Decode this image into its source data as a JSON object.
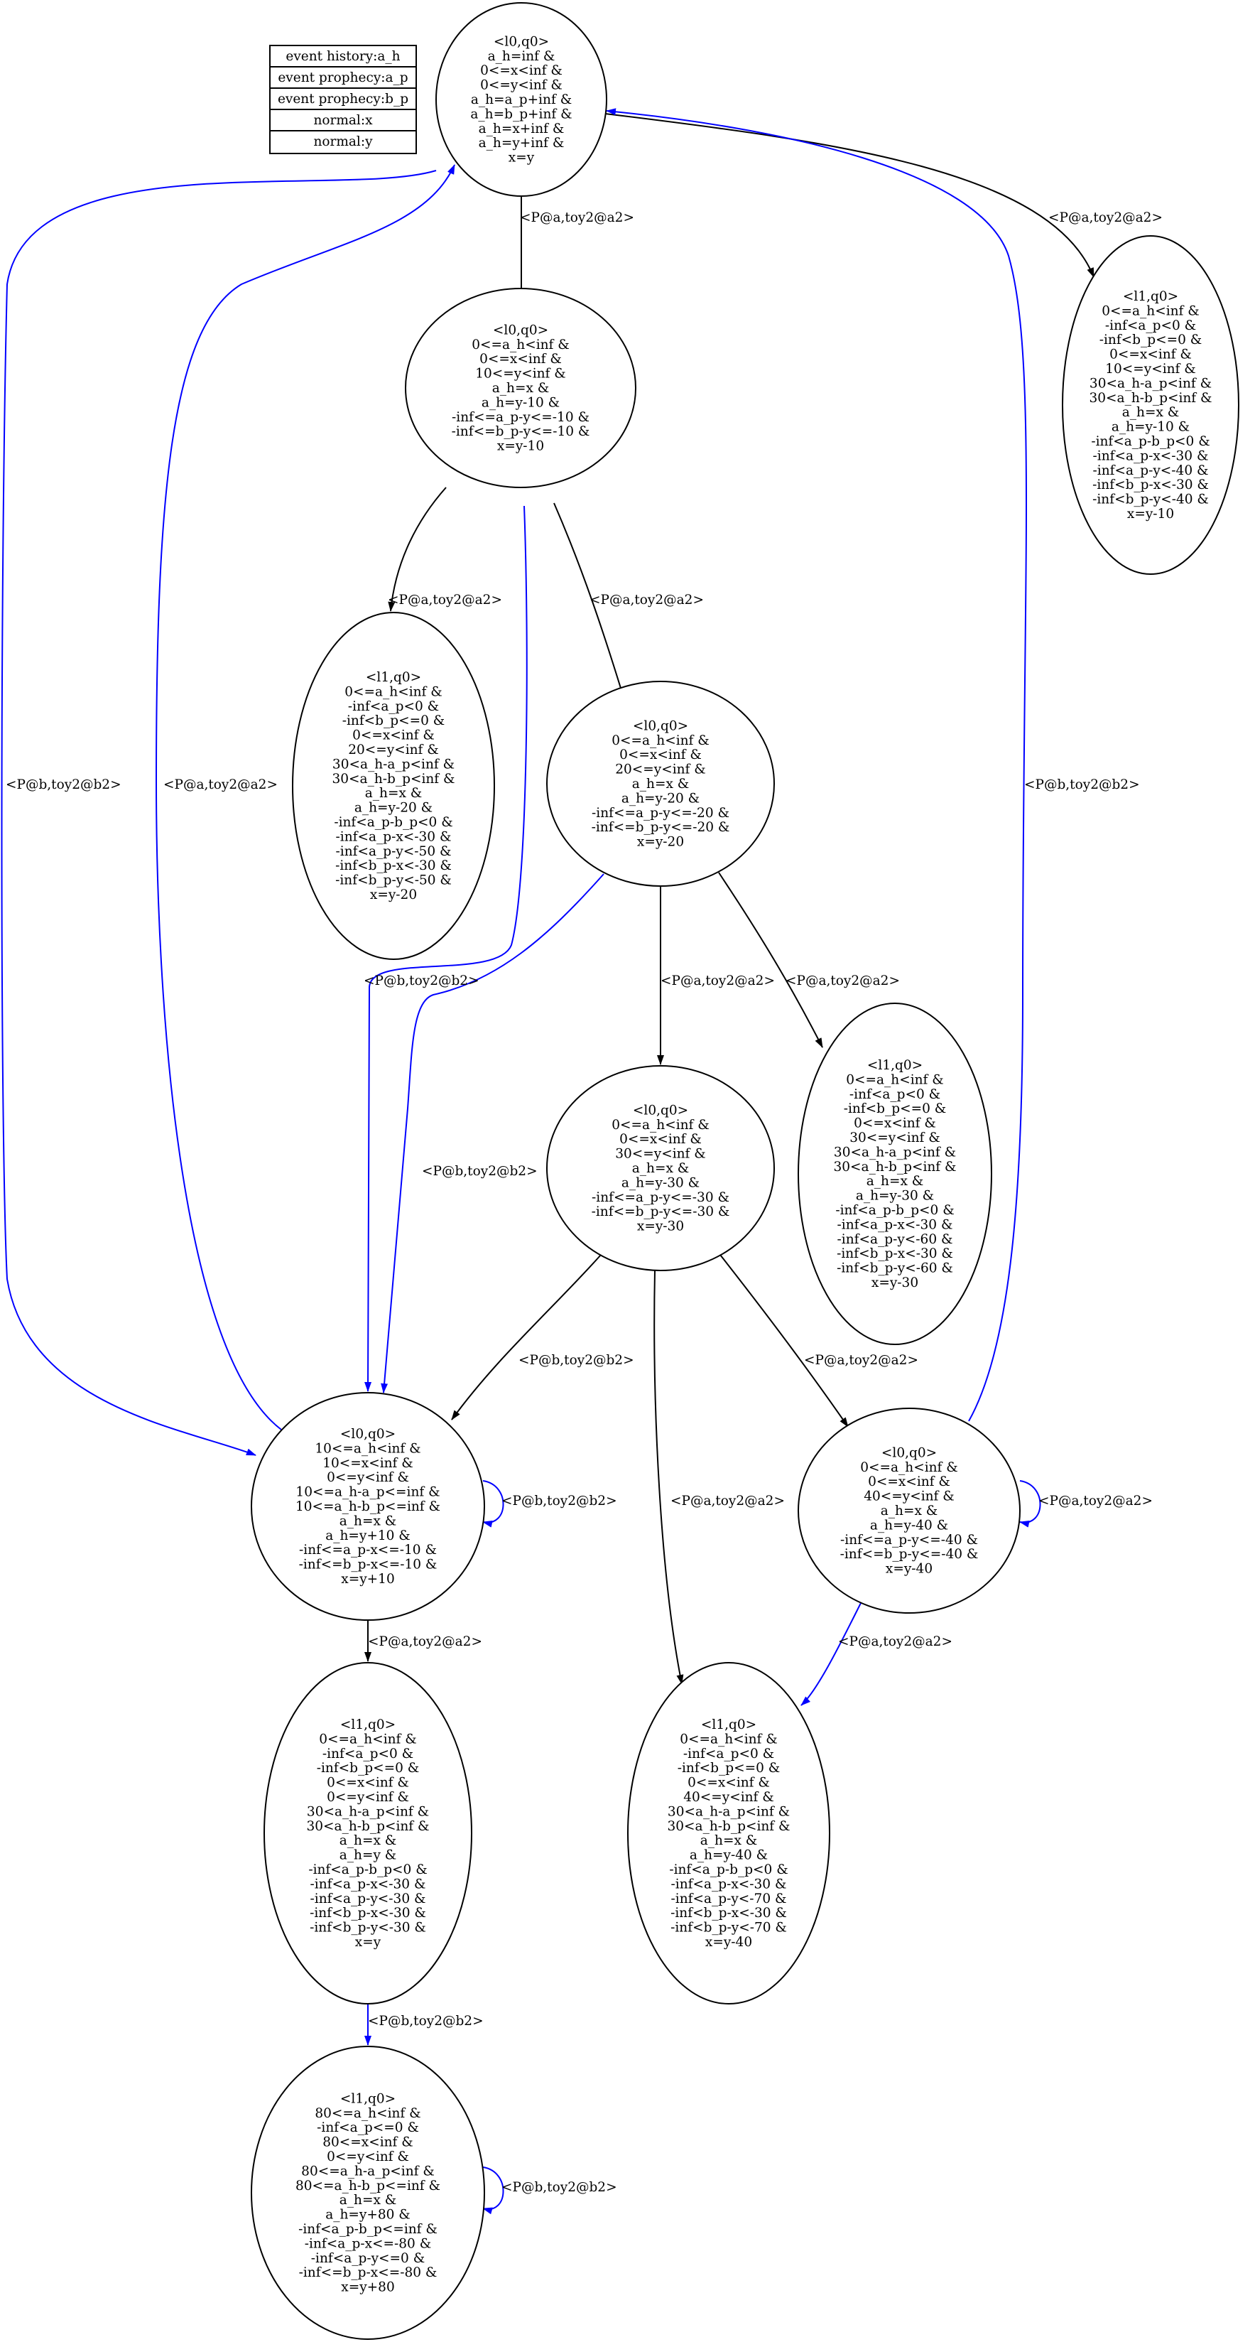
{
  "colors": {
    "black": "#000000",
    "blue": "#0000ff"
  },
  "legend": [
    "event history:a_h",
    "event prophecy:a_p",
    "event prophecy:b_p",
    "normal:x",
    "normal:y"
  ],
  "nodes": {
    "n0": [
      "<l0,q0>",
      "a_h=inf &",
      "0<=x<inf &",
      "0<=y<inf &",
      "a_h=a_p+inf &",
      "a_h=b_p+inf &",
      "a_h=x+inf &",
      "a_h=y+inf &",
      "x=y"
    ],
    "n1": [
      "<l0,q0>",
      "0<=a_h<inf &",
      "0<=x<inf &",
      "10<=y<inf &",
      "a_h=x &",
      "a_h=y-10 &",
      "-inf<=a_p-y<=-10 &",
      "-inf<=b_p-y<=-10 &",
      "x=y-10"
    ],
    "n2": [
      "<l1,q0>",
      "0<=a_h<inf &",
      "-inf<a_p<0 &",
      "-inf<b_p<=0 &",
      "0<=x<inf &",
      "10<=y<inf &",
      "30<a_h-a_p<inf &",
      "30<a_h-b_p<inf &",
      "a_h=x &",
      "a_h=y-10 &",
      "-inf<a_p-b_p<0 &",
      "-inf<a_p-x<-30 &",
      "-inf<a_p-y<-40 &",
      "-inf<b_p-x<-30 &",
      "-inf<b_p-y<-40 &",
      "x=y-10"
    ],
    "n3": [
      "<l1,q0>",
      "0<=a_h<inf &",
      "-inf<a_p<0 &",
      "-inf<b_p<=0 &",
      "0<=x<inf &",
      "20<=y<inf &",
      "30<a_h-a_p<inf &",
      "30<a_h-b_p<inf &",
      "a_h=x &",
      "a_h=y-20 &",
      "-inf<a_p-b_p<0 &",
      "-inf<a_p-x<-30 &",
      "-inf<a_p-y<-50 &",
      "-inf<b_p-x<-30 &",
      "-inf<b_p-y<-50 &",
      "x=y-20"
    ],
    "n4": [
      "<l0,q0>",
      "0<=a_h<inf &",
      "0<=x<inf &",
      "20<=y<inf &",
      "a_h=x &",
      "a_h=y-20 &",
      "-inf<=a_p-y<=-20 &",
      "-inf<=b_p-y<=-20 &",
      "x=y-20"
    ],
    "n5": [
      "<l1,q0>",
      "0<=a_h<inf &",
      "-inf<a_p<0 &",
      "-inf<b_p<=0 &",
      "0<=x<inf &",
      "30<=y<inf &",
      "30<a_h-a_p<inf &",
      "30<a_h-b_p<inf &",
      "a_h=x &",
      "a_h=y-30 &",
      "-inf<a_p-b_p<0 &",
      "-inf<a_p-x<-30 &",
      "-inf<a_p-y<-60 &",
      "-inf<b_p-x<-30 &",
      "-inf<b_p-y<-60 &",
      "x=y-30"
    ],
    "n6": [
      "<l0,q0>",
      "0<=a_h<inf &",
      "0<=x<inf &",
      "30<=y<inf &",
      "a_h=x &",
      "a_h=y-30 &",
      "-inf<=a_p-y<=-30 &",
      "-inf<=b_p-y<=-30 &",
      "x=y-30"
    ],
    "n7": [
      "<l0,q0>",
      "10<=a_h<inf &",
      "10<=x<inf &",
      "0<=y<inf &",
      "10<=a_h-a_p<=inf &",
      "10<=a_h-b_p<=inf &",
      "a_h=x &",
      "a_h=y+10 &",
      "-inf<=a_p-x<=-10 &",
      "-inf<=b_p-x<=-10 &",
      "x=y+10"
    ],
    "n8": [
      "<l0,q0>",
      "0<=a_h<inf &",
      "0<=x<inf &",
      "40<=y<inf &",
      "a_h=x &",
      "a_h=y-40 &",
      "-inf<=a_p-y<=-40 &",
      "-inf<=b_p-y<=-40 &",
      "x=y-40"
    ],
    "n9": [
      "<l1,q0>",
      "0<=a_h<inf &",
      "-inf<a_p<0 &",
      "-inf<b_p<=0 &",
      "0<=x<inf &",
      "0<=y<inf &",
      "30<a_h-a_p<inf &",
      "30<a_h-b_p<inf &",
      "a_h=x &",
      "a_h=y &",
      "-inf<a_p-b_p<0 &",
      "-inf<a_p-x<-30 &",
      "-inf<a_p-y<-30 &",
      "-inf<b_p-x<-30 &",
      "-inf<b_p-y<-30 &",
      "x=y"
    ],
    "n10": [
      "<l1,q0>",
      "0<=a_h<inf &",
      "-inf<a_p<0 &",
      "-inf<b_p<=0 &",
      "0<=x<inf &",
      "40<=y<inf &",
      "30<a_h-a_p<inf &",
      "30<a_h-b_p<inf &",
      "a_h=x &",
      "a_h=y-40 &",
      "-inf<a_p-b_p<0 &",
      "-inf<a_p-x<-30 &",
      "-inf<a_p-y<-70 &",
      "-inf<b_p-x<-30 &",
      "-inf<b_p-y<-70 &",
      "x=y-40"
    ],
    "n11": [
      "<l1,q0>",
      "80<=a_h<inf &",
      "-inf<a_p<=0 &",
      "80<=x<inf &",
      "0<=y<inf &",
      "80<=a_h-a_p<inf &",
      "80<=a_h-b_p<=inf &",
      "a_h=x &",
      "a_h=y+80 &",
      "-inf<a_p-b_p<=inf &",
      "-inf<a_p-x<=-80 &",
      "-inf<a_p-y<=0 &",
      "-inf<=b_p-x<=-80 &",
      "x=y+80"
    ]
  },
  "edges": [
    {
      "from": "n0",
      "to": "n1",
      "label": "<P@a,toy2@a2>",
      "color": "black"
    },
    {
      "from": "n0",
      "to": "n2",
      "label": "<P@a,toy2@a2>",
      "color": "black"
    },
    {
      "from": "n1",
      "to": "n3",
      "label": "<P@a,toy2@a2>",
      "color": "black"
    },
    {
      "from": "n1",
      "to": "n4",
      "label": "<P@a,toy2@a2>",
      "color": "black"
    },
    {
      "from": "n1",
      "to": "n7",
      "label": "<P@b,toy2@b2>",
      "color": "blue"
    },
    {
      "from": "n4",
      "to": "n6",
      "label": "<P@a,toy2@a2>",
      "color": "black"
    },
    {
      "from": "n4",
      "to": "n5",
      "label": "<P@a,toy2@a2>",
      "color": "black"
    },
    {
      "from": "n4",
      "to": "n7",
      "label": "<P@b,toy2@b2>",
      "color": "blue"
    },
    {
      "from": "n6",
      "to": "n7",
      "label": "<P@b,toy2@b2>",
      "color": "black"
    },
    {
      "from": "n6",
      "to": "n8",
      "label": "<P@a,toy2@a2>",
      "color": "black"
    },
    {
      "from": "n6",
      "to": "n10",
      "label": "<P@a,toy2@a2>",
      "color": "black"
    },
    {
      "from": "n7",
      "to": "n7",
      "label": "<P@b,toy2@b2>",
      "color": "blue"
    },
    {
      "from": "n7",
      "to": "n9",
      "label": "<P@a,toy2@a2>",
      "color": "black"
    },
    {
      "from": "n7",
      "to": "n0",
      "label": "<P@a,toy2@a2>",
      "color": "blue"
    },
    {
      "from": "n0",
      "to": "n7",
      "label": "<P@b,toy2@b2>",
      "color": "blue"
    },
    {
      "from": "n8",
      "to": "n8",
      "label": "<P@a,toy2@a2>",
      "color": "blue"
    },
    {
      "from": "n8",
      "to": "n10",
      "label": "<P@a,toy2@a2>",
      "color": "blue"
    },
    {
      "from": "n8",
      "to": "n0",
      "label": "<P@b,toy2@b2>",
      "color": "blue"
    },
    {
      "from": "n9",
      "to": "n11",
      "label": "<P@b,toy2@b2>",
      "color": "blue"
    },
    {
      "from": "n11",
      "to": "n11",
      "label": "<P@b,toy2@b2>",
      "color": "blue"
    }
  ]
}
